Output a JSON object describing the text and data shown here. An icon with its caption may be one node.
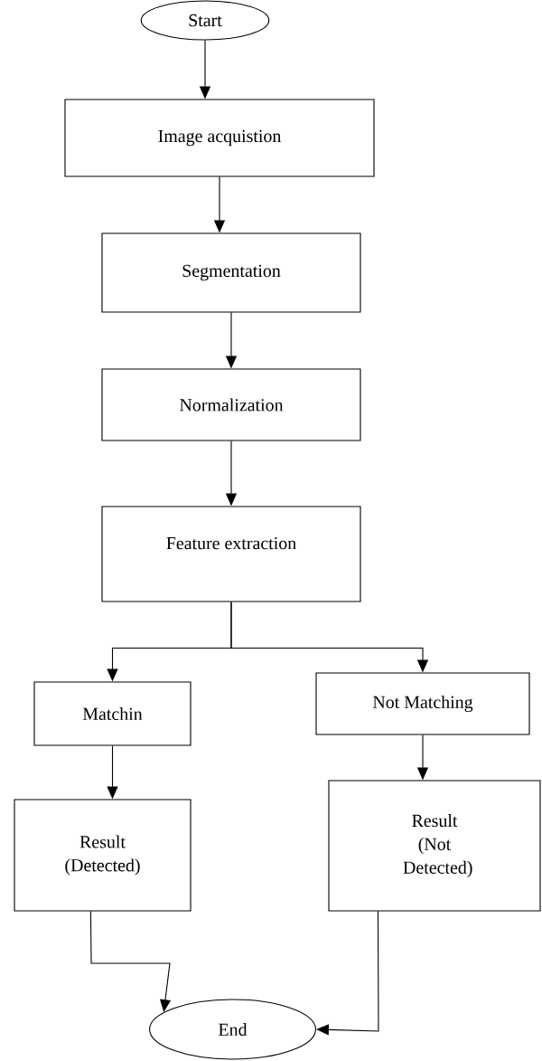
{
  "diagram": {
    "nodes": [
      {
        "text": [
          "Start"
        ]
      },
      {
        "text": [
          "Image acquistion"
        ]
      },
      {
        "text": [
          "Segmentation"
        ]
      },
      {
        "text": [
          "Normalization"
        ]
      },
      {
        "text": [
          "Feature extraction"
        ]
      },
      {
        "text": [
          "Matchin"
        ]
      },
      {
        "text": [
          "Not Matching"
        ]
      },
      {
        "text": [
          "Result (Detected)"
        ]
      },
      {
        "text": [
          "Result (Not Detected)"
        ]
      },
      {
        "text": [
          "End"
        ]
      }
    ],
    "edges": [
      {
        "from": 0,
        "to": 1,
        "arrow": "to"
      },
      {
        "from": 1,
        "to": 2,
        "arrow": "to"
      },
      {
        "from": 2,
        "to": 3,
        "arrow": "to"
      },
      {
        "from": 3,
        "to": 4,
        "arrow": "to"
      },
      {
        "from": 4,
        "to": 5,
        "arrow": "to"
      },
      {
        "from": 4,
        "to": 6,
        "arrow": "to"
      },
      {
        "from": 5,
        "to": 7,
        "arrow": "to"
      },
      {
        "from": 6,
        "to": 8,
        "arrow": "to"
      },
      {
        "from": 7,
        "to": 9,
        "arrow": "to"
      },
      {
        "from": 8,
        "to": 9,
        "arrow": "to"
      }
    ]
  }
}
